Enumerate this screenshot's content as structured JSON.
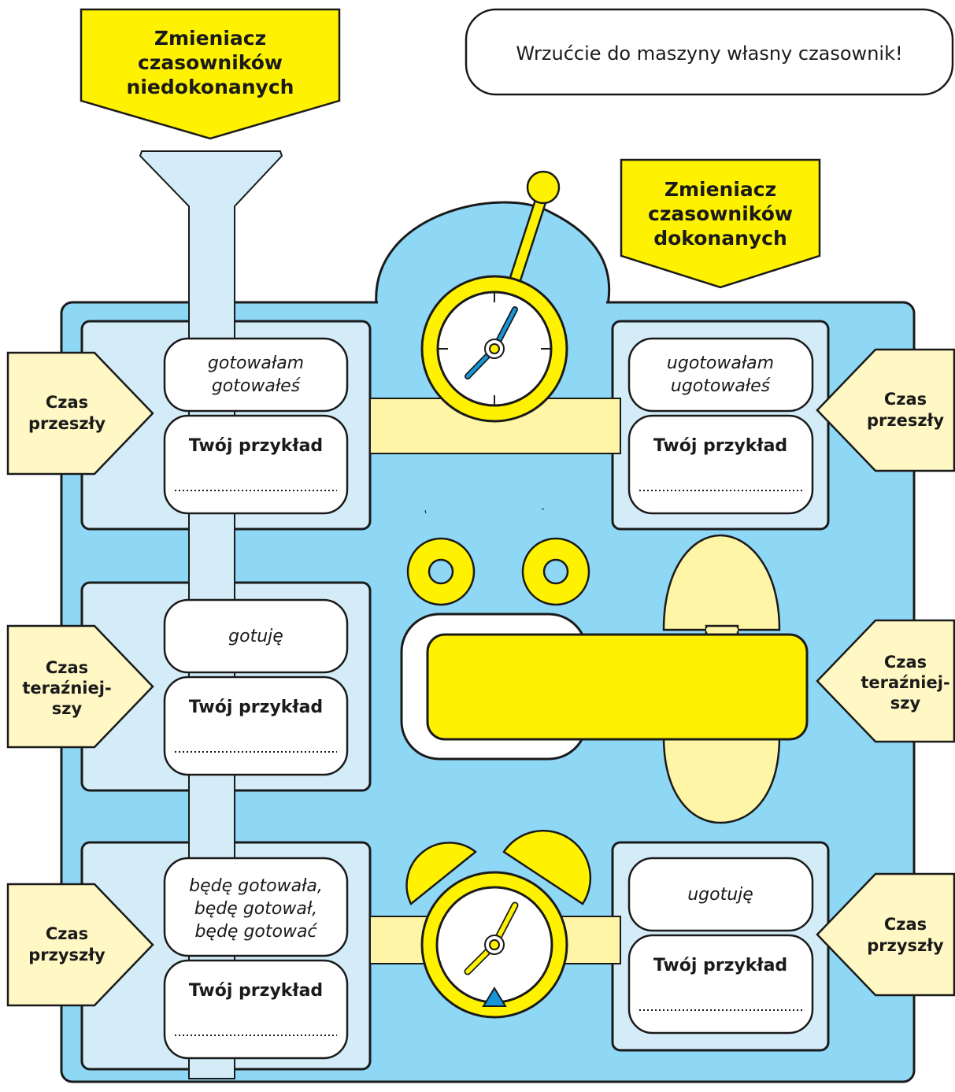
{
  "title_left": [
    "Zmieniacz",
    "czasowników",
    "niedokonanych"
  ],
  "title_right": [
    "Zmieniacz",
    "czasowników",
    "dokonanych"
  ],
  "instruction": "Wrzućcie do maszyny własny czasownik!",
  "tense_labels": {
    "past": [
      "Czas",
      "przeszły"
    ],
    "present": [
      "Czas",
      "teraźniej-",
      "szy"
    ],
    "future": [
      "Czas",
      "przyszły"
    ]
  },
  "imperfective": {
    "past": [
      "gotowałam",
      "gotowałeś"
    ],
    "present": [
      "gotuję"
    ],
    "future": [
      "będę gotowała,",
      "będę gotował,",
      "będę gotować"
    ]
  },
  "perfective": {
    "past": [
      "ugotowałam",
      "ugotowałeś"
    ],
    "future": [
      "ugotuję"
    ]
  },
  "your_example": "Twój przykład",
  "colors": {
    "machine_blue": "#8fd8f5",
    "panel_blue": "#d3ecf8",
    "yellow": "#fff200",
    "pale_yellow": "#fff5a6",
    "label_yellow": "#fff8c4",
    "outline": "#1a1a1a",
    "accent_blue": "#1596d8"
  }
}
